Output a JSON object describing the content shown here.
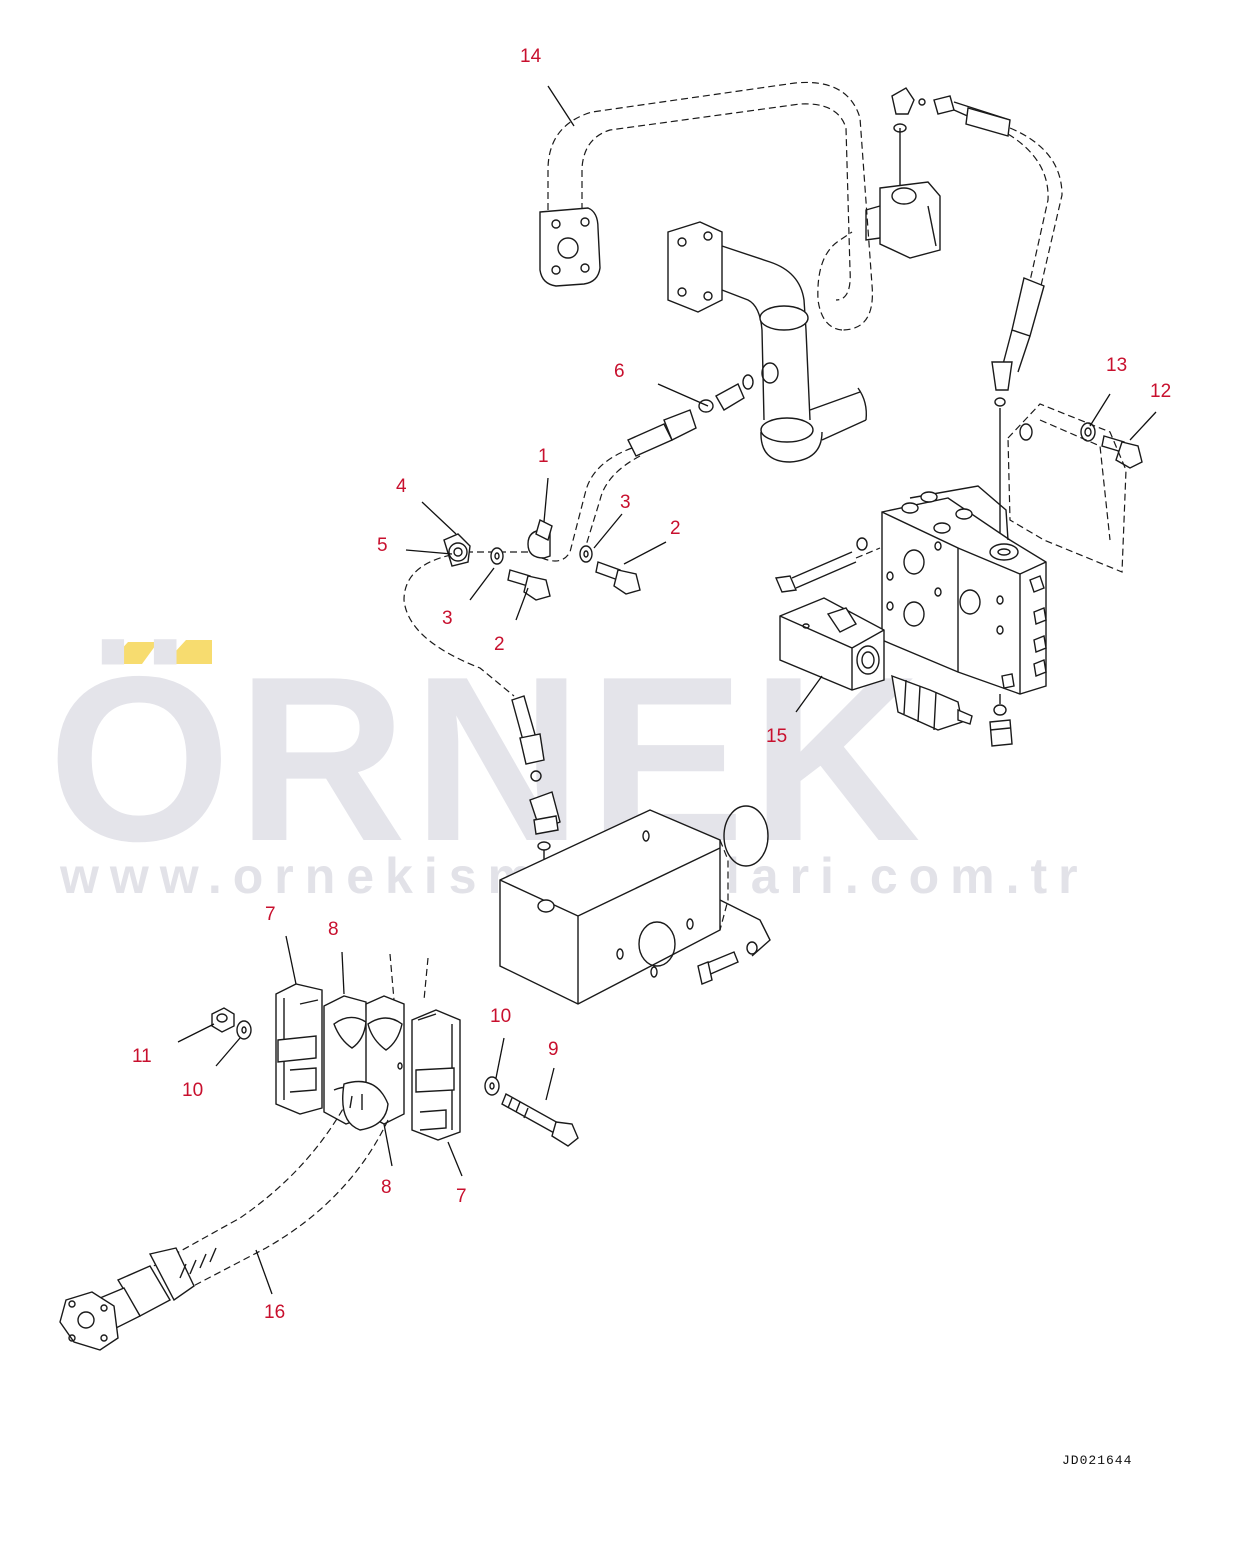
{
  "watermark": {
    "brand": "ÖRNEK",
    "url": "www.ornekismakinalari.com.tr",
    "accent_color": "#f7dc6f",
    "text_color": "#e4e4ea"
  },
  "drawing_code": "JD021644",
  "callout_color": "#c8102e",
  "callouts": {
    "c14": "14",
    "c6": "6",
    "c1": "1",
    "c4": "4",
    "c5": "5",
    "c3a": "3",
    "c3b": "3",
    "c2a": "2",
    "c2b": "2",
    "c13": "13",
    "c12": "12",
    "c15": "15",
    "c7a": "7",
    "c8a": "8",
    "c10a": "10",
    "c9": "9",
    "c11": "11",
    "c10b": "10",
    "c8b": "8",
    "c7b": "7",
    "c16": "16"
  }
}
